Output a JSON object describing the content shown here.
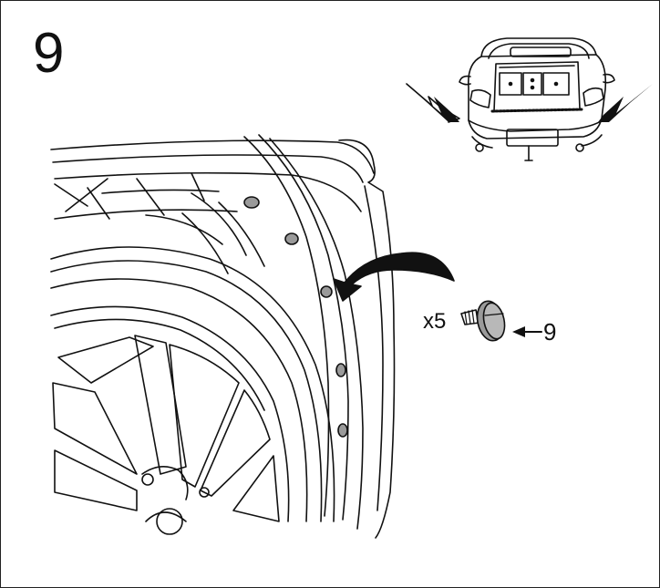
{
  "step": {
    "number": "9"
  },
  "fastener": {
    "quantity": "x5",
    "part_number": "9"
  },
  "colors": {
    "line": "#111111",
    "fill_gray": "#9a9a9a",
    "dark_gray": "#555555",
    "background": "#ffffff"
  }
}
